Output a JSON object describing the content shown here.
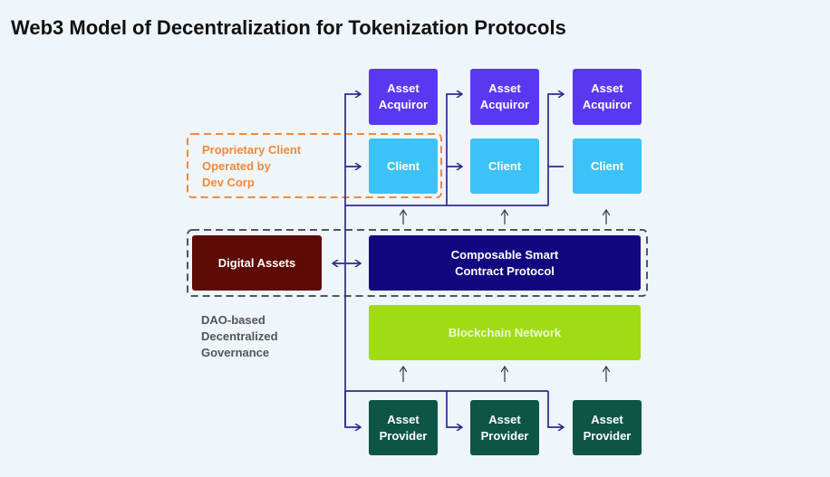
{
  "title": "Web3 Model of Decentralization for Tokenization Protocols",
  "acquirors": [
    "Asset\nAcquiror",
    "Asset\nAcquiror",
    "Asset\nAcquiror"
  ],
  "clients": [
    "Client",
    "Client",
    "Client"
  ],
  "providers": [
    "Asset\nProvider",
    "Asset\nProvider",
    "Asset\nProvider"
  ],
  "proprietary_label": "Proprietary Client\nOperated by\nDev Corp",
  "digital_assets": "Digital Assets",
  "smart_contract": "Composable Smart\nContract Protocol",
  "blockchain": "Blockchain Network",
  "governance_label": "DAO-based\nDecentralized\nGovernance",
  "colors": {
    "acquiror": "#5a37f0",
    "client": "#3cc2f7",
    "provider": "#0d5545",
    "digital_assets": "#5e0a05",
    "smart_contract": "#13077f",
    "blockchain": "#a0dc14",
    "proprietary": "#f08a3c",
    "connector": "#2e2a8c"
  }
}
